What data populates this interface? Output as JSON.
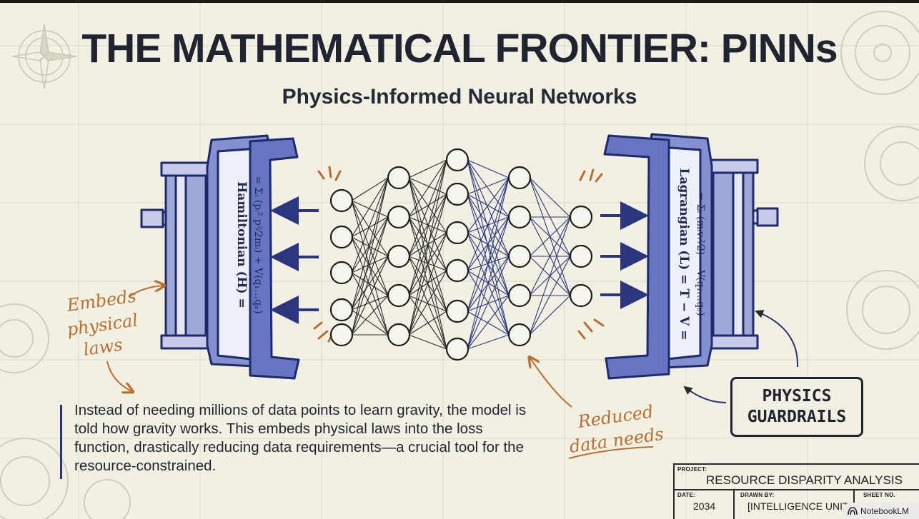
{
  "title": "THE MATHEMATICAL FRONTIER: PINNs",
  "subtitle": "Physics-Informed Neural Networks",
  "left_clamp": {
    "formula_line1": "Hamiltonian (H) =",
    "formula_line2": "= Σᵢ (pᵢ² p²⁄2mᵢ) + V(q₁…qₙ)"
  },
  "right_clamp": {
    "formula_line1": "Lagrangian (L) = T − V =",
    "formula_line2": "= Σᵢ (mᵢvᵢ²⁄2) − V(q₁…qₙ)"
  },
  "annotations": {
    "embeds_line1": "Embeds",
    "embeds_line2": "physical",
    "embeds_line3": "laws",
    "reduced_line1": "Reduced",
    "reduced_line2": "data needs"
  },
  "guardrails": {
    "line1": "PHYSICS",
    "line2": "GUARDRAILS"
  },
  "body_text": "Instead of needing millions of data points to learn gravity, the model is told how gravity works. This embeds physical laws into the loss function, drastically reducing data requirements—a crucial tool for the resource-constrained.",
  "title_block": {
    "project_label": "PROJECT:",
    "project_value": "RESOURCE DISPARITY ANALYSIS",
    "date_label": "DATE:",
    "date_value": "2034",
    "drawn_label": "DRAWN BY:",
    "drawn_value": "[INTELLIGENCE UNIT",
    "sheet_label": "SHEET NO."
  },
  "badge": {
    "label": "NotebookLM",
    "icon": "notebooklm-logo-icon"
  },
  "colors": {
    "paper": "#f1f0e2",
    "ink": "#1f2430",
    "blueprint_blue": "#2a3680",
    "annotation_orange": "#b96d2e"
  }
}
